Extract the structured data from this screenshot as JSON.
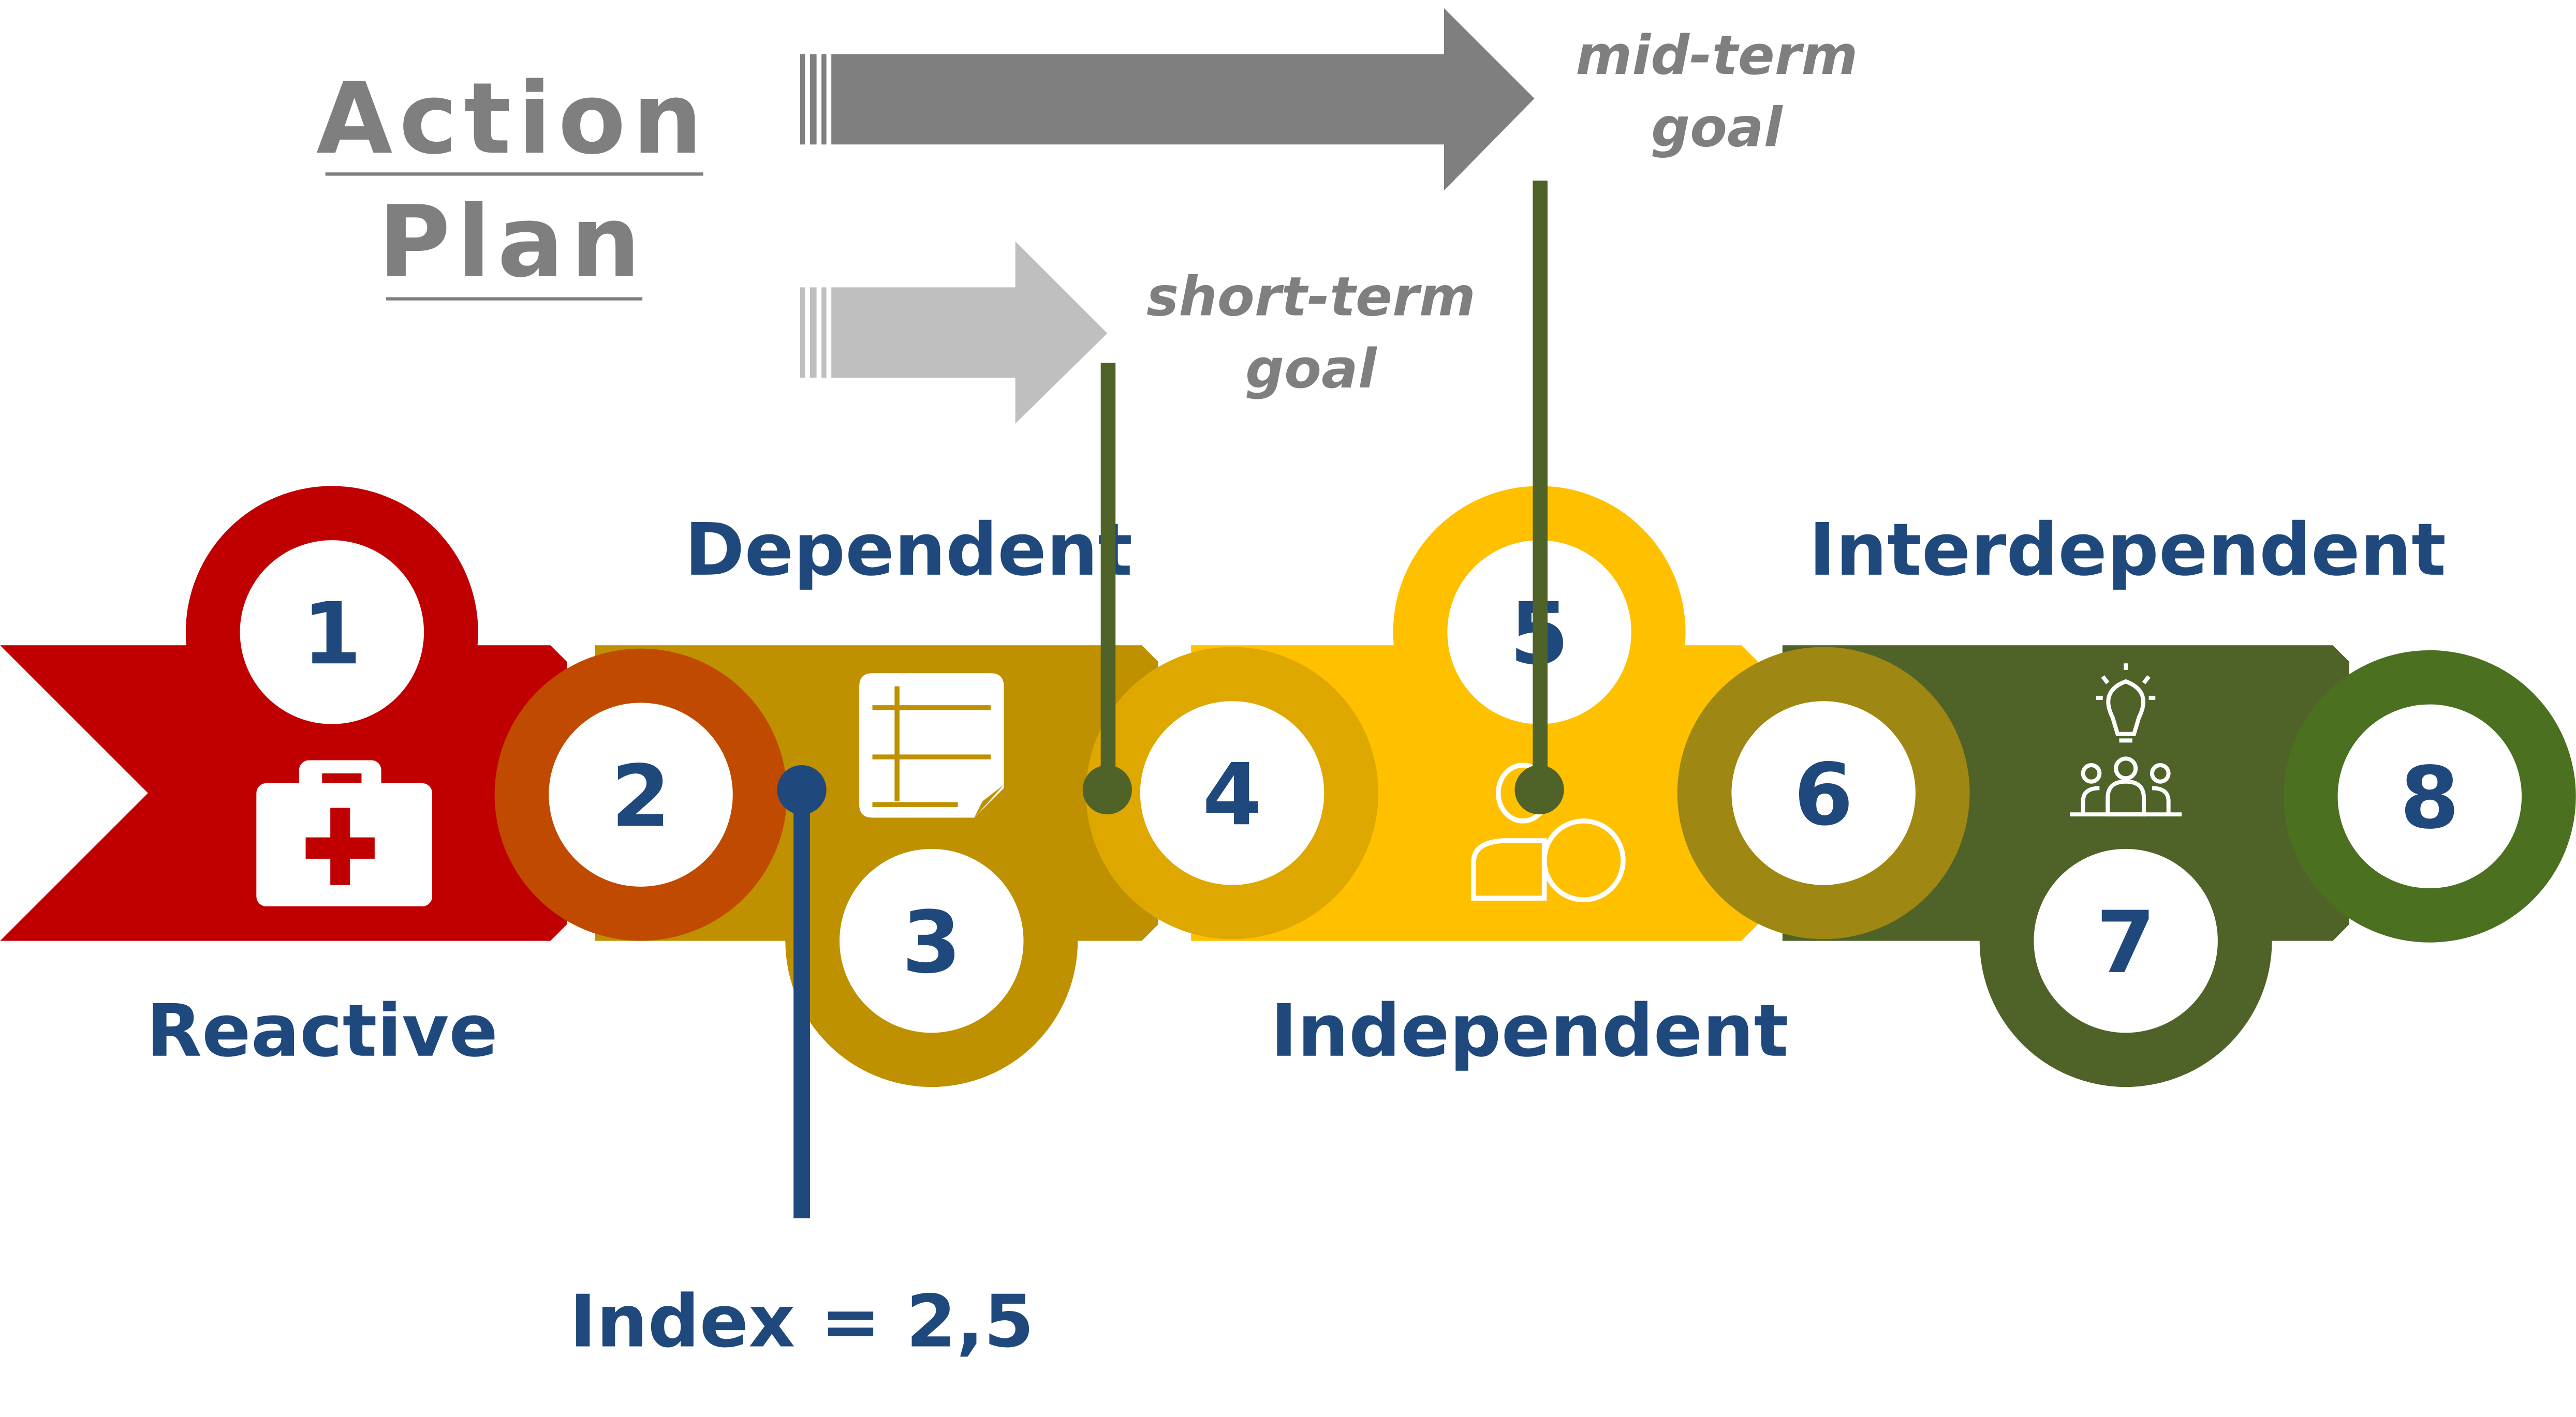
{
  "title": {
    "line1": "Action",
    "line2": "Plan"
  },
  "goals": {
    "mid_term": {
      "line1": "mid-term",
      "line2": "goal"
    },
    "short_term": {
      "line1": "short-term",
      "line2": "goal"
    }
  },
  "stages": [
    {
      "label": "Reactive",
      "color": "#c00000"
    },
    {
      "label": "Dependent",
      "color": "#bf9000"
    },
    {
      "label": "Independent",
      "color": "#ffc000"
    },
    {
      "label": "Interdependent",
      "color": "#4f6228"
    }
  ],
  "steps": [
    "1",
    "2",
    "3",
    "4",
    "5",
    "6",
    "7",
    "8"
  ],
  "index_label": "Index = 2,5",
  "colors": {
    "text": "#1f497d",
    "arrow_dark": "#7f7f7f",
    "arrow_light": "#bfbfbf",
    "marker_olive": "#4f6228"
  }
}
